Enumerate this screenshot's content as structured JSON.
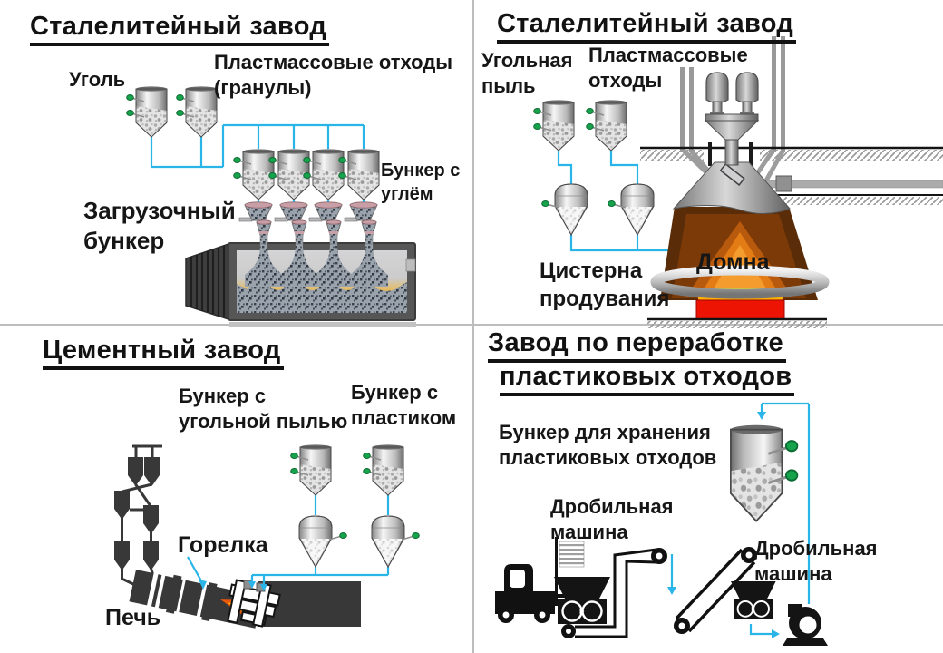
{
  "colors": {
    "accent_cyan": "#2ab5e8",
    "base_red": "#ee1404",
    "flame_orange": "#e8560a",
    "silhouette_dark": "#383838"
  },
  "steel_plant_top": {
    "title": "Сталелитейный завод",
    "coal": "Уголь",
    "plastic_waste": "Пластмассовые отходы\n(гранулы)",
    "coal_bunker": "Бункер с\nуглём",
    "loading_bunker": "Загрузочный\nбункер"
  },
  "steel_plant_blast": {
    "title": "Сталелитейный завод",
    "coal_dust": "Угольная\nпыль",
    "plastic_waste": "Пластмассовые\nотходы",
    "blowing_tank": "Цистерна\nпродувания",
    "blast_furnace": "Домна"
  },
  "cement_plant": {
    "title": "Цементный завод",
    "coal_dust_bunker": "Бункер с\nугольной пылью",
    "plastic_bunker": "Бункер с\nпластиком",
    "burner": "Горелка",
    "kiln": "Печь"
  },
  "plastic_plant": {
    "title_line1": "Завод по переработке",
    "title_line2": "пластиковых отходов",
    "storage_bunker": "Бункер для хранения\nпластиковых отходов",
    "shredder_left": "Дробильная\nмашина",
    "shredder_right": "Дробильная\nмашина"
  }
}
